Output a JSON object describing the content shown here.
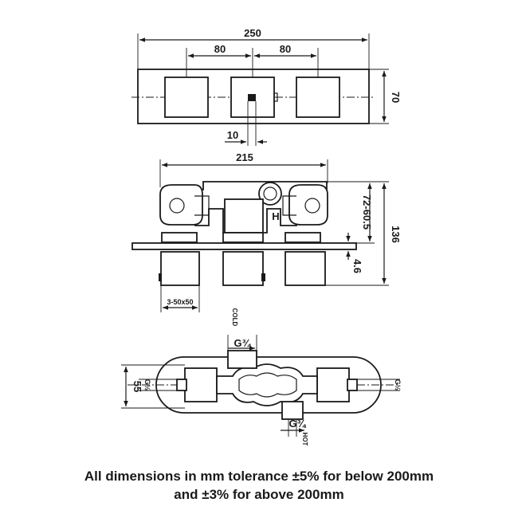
{
  "front_view": {
    "width_label": "250",
    "spacing_left_label": "80",
    "spacing_right_label": "80",
    "height_label": "70",
    "offset_label": "10"
  },
  "side_view": {
    "body_width_label": "215",
    "depth_range_label": "72-60.5",
    "overall_depth_label": "136",
    "plate_label": "4.6",
    "knob_label": "3-50x50",
    "hot_marker": "H"
  },
  "top_view": {
    "height_label": "55",
    "cold_label": "COLD",
    "cold_thread_label": "G¾",
    "hot_label": "HOT",
    "hot_thread_label": "G¾",
    "left_outlet_label": "G½",
    "right_outlet_label": "G½"
  },
  "caption": {
    "line1": "All dimensions in mm tolerance ±5% for below 200mm",
    "line2": "and ±3% for above 200mm"
  }
}
